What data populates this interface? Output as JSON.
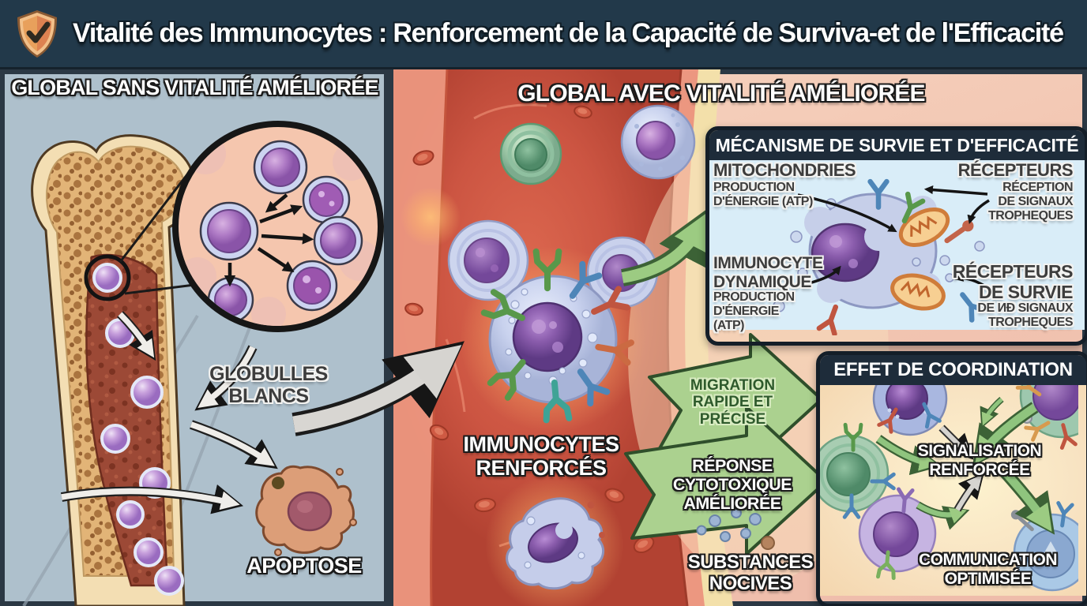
{
  "header": {
    "icon": "shield-check",
    "title": "Vitalité des Immunocytes : Renforcement de la Capacité de Surviva-et de l'Efficacité"
  },
  "left_panel": {
    "title": "GLOBAL SANS VITALITÉ AMÉLIORÉE",
    "globules_label": "GLOBULLES\nBLANCS",
    "apoptose_label": "APOPTOSE"
  },
  "right_panel": {
    "title": "GLOBAL AVEC VITALITÉ AMÉLIORÉE",
    "immunocytes_label": "IMMUNOCYTES\nRENFORCÉS",
    "substances_label": "SUBSTANCES\nNOCIVES",
    "migration_arrow": "MIGRATION\nRAPIDE ET\nPRÉCISE",
    "reponse_arrow": "RÉPONSE\nCYTOTOXIQUE\nAMÉLIORÉE"
  },
  "mechanism_box": {
    "title": "MÉCANISME DE SURVIE ET D'EFFICACITÉ",
    "mitochondries_title": "MITOCHONDRIES",
    "mitochondries_sub": "PRODUCTION\nD'ÉNERGIE (ATP)",
    "recepteurs_title": "RÉCEPTEURS",
    "recepteurs_sub": "RÉCEPTION\nDE SIGNAUX\nTROPHEQUES",
    "immunocyte_title": "IMMUNOCYTE\nDYNAMIQUE",
    "immunocyte_sub": "PRODUCTION\nD'ÉNERGIE\n(ATP)",
    "survie_title": "RÉCEPTEURS\nDE SURVIE",
    "survie_sub": "DE ИƉ SIGNAUX\nTROPHEQUES"
  },
  "coordination_box": {
    "title": "EFFET DE COORDINATION",
    "signalisation_label": "SIGNALISATION\nRENFORCÉE",
    "communication_label": "COMMUNICATION\nOPTIMISÉE"
  },
  "colors": {
    "header_bg": "#22394a",
    "panel_border": "#2b3844",
    "left_bg": "#aec0cc",
    "right_bg_top": "#f6d3bf",
    "right_bg_bottom": "#eebbaa",
    "inset_header_bg": "#1e2c3a",
    "mechanism_body": "#d9edf8",
    "coordination_body": "#f8e3c2",
    "green_arrow_fill": "#abd18f",
    "green_arrow_stroke": "#2f4f2b",
    "vessel_red": "#c94e3c",
    "bone_cream": "#f3deb3",
    "marrow_red": "#9c4936",
    "shield_orange": "#e8a05c"
  }
}
